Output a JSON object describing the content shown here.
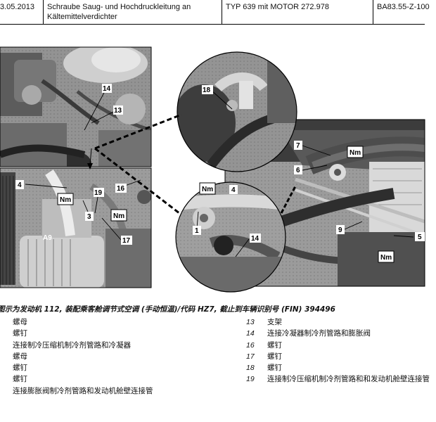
{
  "header": {
    "date": "3.05.2013",
    "title": "Schraube Saug- und Hochdruckleitung an Kältemittelverdichter",
    "type": "TYP 639 mit MOTOR 272.978",
    "code": "BA83.55-Z-100"
  },
  "figure": {
    "callouts": {
      "c1": "1",
      "c3": "3",
      "c4a": "4",
      "c4b": "4",
      "c5": "5",
      "c6": "6",
      "c7": "7",
      "c9": "9",
      "c13": "13",
      "c14a": "14",
      "c14b": "14",
      "c16": "16",
      "c17": "17",
      "c18": "18",
      "c19": "19"
    },
    "nm_label": "Nm",
    "a9_label": "A9"
  },
  "caption": "图示为发动机 112, 装配乘客舱调节式空调 (手动恒温)/代码 HZ7, 截止到车辆识别号 (FIN) 394496",
  "legend_left": [
    {
      "num": "",
      "text": "螺母"
    },
    {
      "num": "",
      "text": "螺钉"
    },
    {
      "num": "",
      "text": "连接制冷压缩机制冷剂管路和冷凝器"
    },
    {
      "num": "",
      "text": "螺母"
    },
    {
      "num": "",
      "text": "螺钉"
    },
    {
      "num": "",
      "text": "螺钉"
    },
    {
      "num": "",
      "text": "连接膨胀阀制冷剂管路和发动机舱壁连接管"
    }
  ],
  "legend_right": [
    {
      "num": "13",
      "text": "支架"
    },
    {
      "num": "14",
      "text": "连接冷凝器制冷剂管路和膨胀阀"
    },
    {
      "num": "16",
      "text": "螺钉"
    },
    {
      "num": "17",
      "text": "螺钉"
    },
    {
      "num": "18",
      "text": "螺钉"
    },
    {
      "num": "19",
      "text": "连接制冷压缩机制冷剂管路和和发动机舱壁连接管"
    }
  ]
}
